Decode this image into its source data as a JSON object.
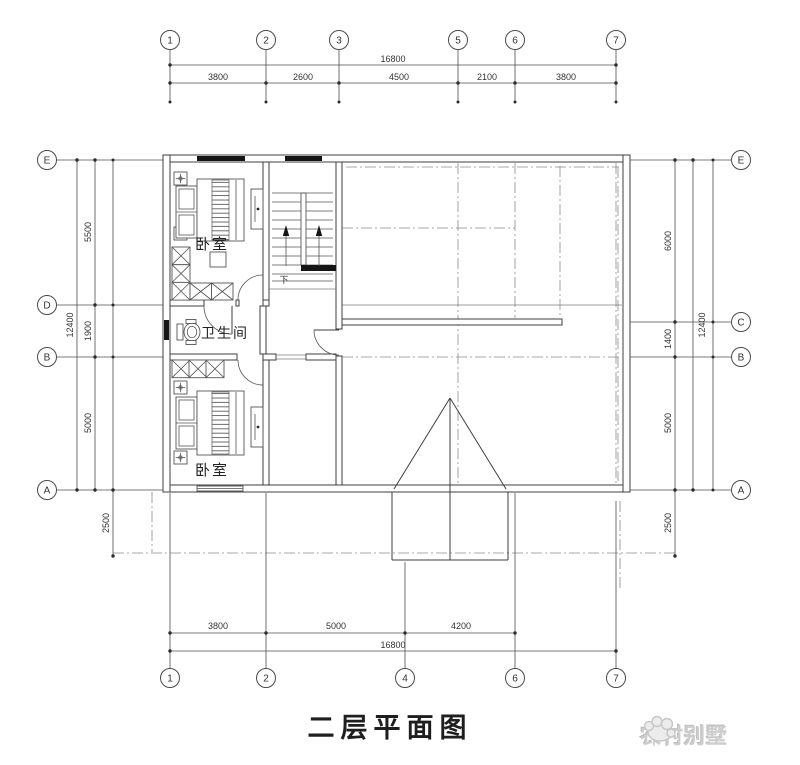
{
  "title": "二层平面图",
  "watermark": {
    "text": "农村别墅"
  },
  "rooms": {
    "bedroom_upper": "卧室",
    "bedroom_lower": "卧室",
    "bathroom": "卫生间",
    "stair_direction": "下"
  },
  "dimensions": {
    "top": {
      "total": "16800",
      "segments": [
        "3800",
        "2600",
        "4500",
        "2100",
        "3800"
      ]
    },
    "bottom": {
      "total": "16800",
      "segments": [
        "3800",
        "5000",
        "4200"
      ]
    },
    "left": {
      "total": "12400",
      "segments": [
        "5500",
        "1900",
        "5000"
      ],
      "overhang": "2500"
    },
    "right": {
      "total": "12400",
      "segments": [
        "6000",
        "1400",
        "5000"
      ],
      "overhang": "2500"
    }
  },
  "grid": {
    "top": [
      "1",
      "2",
      "3",
      "5",
      "6",
      "7"
    ],
    "bottom": [
      "1",
      "2",
      "4",
      "6",
      "7"
    ],
    "left": [
      "E",
      "D",
      "B",
      "A"
    ],
    "right": [
      "E",
      "C",
      "B",
      "A"
    ]
  },
  "colors": {
    "line": "#3f3f3f",
    "dimension": "#4f4f4f",
    "roof_dash": "#8a8a8a",
    "watermark": "#cdcdcd"
  }
}
